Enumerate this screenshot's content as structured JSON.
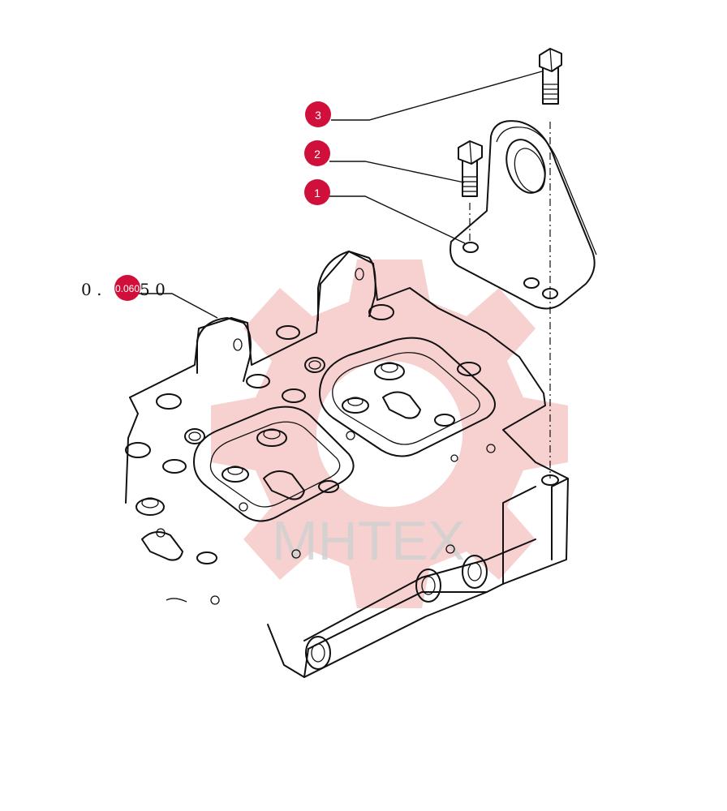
{
  "diagram": {
    "callouts": [
      {
        "label": "3",
        "color": "#d0103a"
      },
      {
        "label": "2",
        "color": "#d0103a"
      },
      {
        "label": "1",
        "color": "#d0103a"
      }
    ],
    "reference": {
      "prefix": "0 . ",
      "badge": "0.060",
      "suffix": "5 0",
      "badge_color": "#d0103a"
    },
    "watermark": {
      "text": "MHTEX",
      "gear_color": "#f6c8c8"
    }
  }
}
